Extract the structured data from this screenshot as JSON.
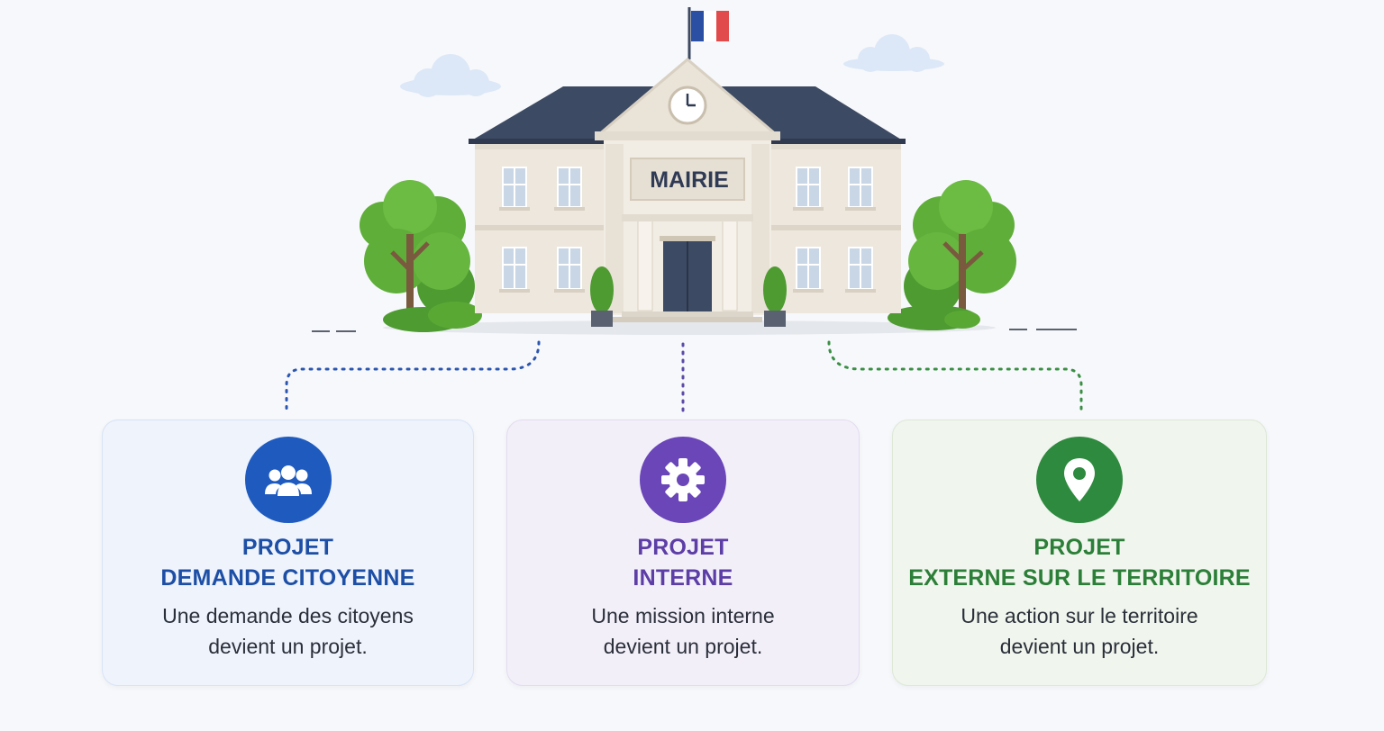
{
  "building": {
    "sign": "MAIRIE",
    "flag_colors": {
      "blue": "#2b4fa3",
      "white": "#ffffff",
      "red": "#e24b4b"
    },
    "roof_color": "#3d4a63",
    "facade_color": "#ede7dd",
    "tree_color": "#5fae3a"
  },
  "connectors": [
    {
      "target": "card-citizen",
      "color": "#2a55b0"
    },
    {
      "target": "card-internal",
      "color": "#5a4aa8"
    },
    {
      "target": "card-external",
      "color": "#3a8f45"
    }
  ],
  "cards": [
    {
      "id": "citizen",
      "icon": "people-group-icon",
      "accent": "#1f5bbf",
      "title_line1": "PROJET",
      "title_line2": "DEMANDE CITOYENNE",
      "desc_line1": "Une demande des citoyens",
      "desc_line2": "devient un projet."
    },
    {
      "id": "internal",
      "icon": "gear-icon",
      "accent": "#6a46b8",
      "title_line1": "PROJET",
      "title_line2": "INTERNE",
      "desc_line1": "Une mission interne",
      "desc_line2": "devient un projet."
    },
    {
      "id": "external",
      "icon": "map-pin-icon",
      "accent": "#2e8a3e",
      "title_line1": "PROJET",
      "title_line2": "EXTERNE SUR LE TERRITOIRE",
      "desc_line1": "Une action sur le territoire",
      "desc_line2": "devient un projet."
    }
  ]
}
